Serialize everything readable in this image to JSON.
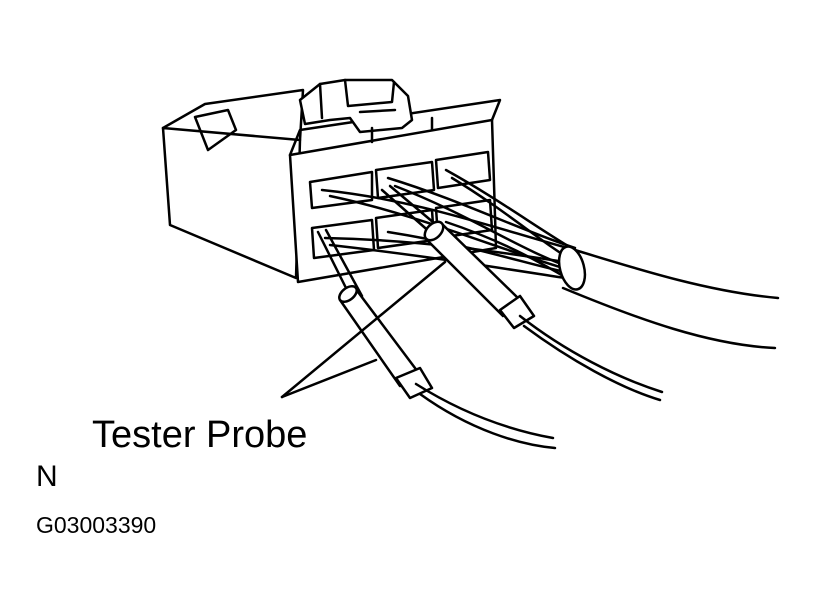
{
  "callout_label": "Tester Probe",
  "code_letter": "N",
  "figure_id": "G03003390",
  "colors": {
    "ink": "#000000",
    "background": "#ffffff"
  },
  "icons": [
    "connector-icon",
    "wire-harness-icon",
    "tester-probe-icon"
  ]
}
